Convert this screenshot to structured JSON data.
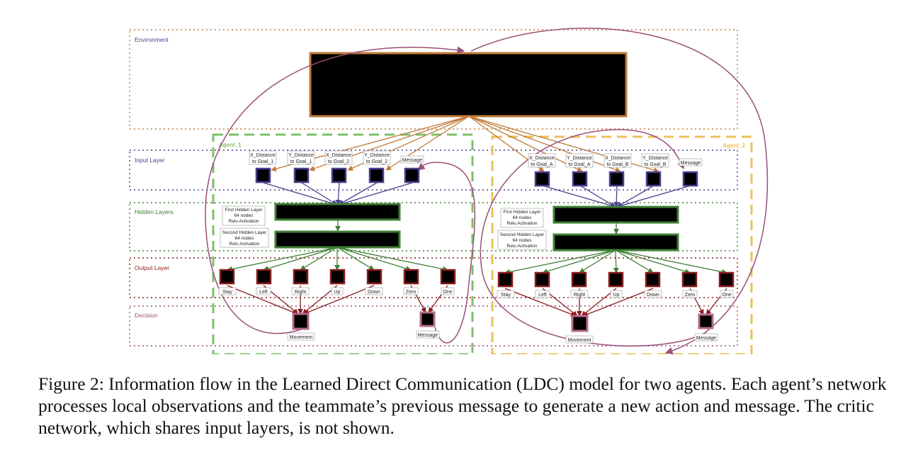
{
  "bands": {
    "environment": "Environment",
    "input": "Input Layer",
    "hidden": "Hidden Layers",
    "output": "Output Layer",
    "decision": "Decision"
  },
  "agents": [
    {
      "name": "Agent_1",
      "inputs": [
        [
          "X_Distance",
          "to Goal_1"
        ],
        [
          "Y_Distance",
          "to Goal_1"
        ],
        [
          "X_Distance",
          "to Goal_2"
        ],
        [
          "Y_Distance",
          "to Goal_2"
        ],
        [
          "Message"
        ]
      ],
      "hidden": [
        [
          "First Hidden Layer",
          "64 nodes",
          "Relu Activation"
        ],
        [
          "Second Hidden Layer",
          "64 nodes",
          "Relu Activation"
        ]
      ],
      "outputs": [
        "Stay",
        "Left",
        "Right",
        "Up",
        "Down",
        "Zero",
        "One"
      ],
      "decisions": [
        "Movement",
        "Message"
      ]
    },
    {
      "name": "Agent_2",
      "inputs": [
        [
          "X_Distance",
          "to Goal_A"
        ],
        [
          "Y_Distance",
          "to Goal_A"
        ],
        [
          "X_Distance",
          "to Goal_B"
        ],
        [
          "Y_Distance",
          "to Goal_B"
        ],
        [
          "Message"
        ]
      ],
      "hidden": [
        [
          "First Hidden Layer",
          "64 nodes",
          "Relu Activation"
        ],
        [
          "Second Hidden Layer",
          "64 nodes",
          "Relu Activation"
        ]
      ],
      "outputs": [
        "Stay",
        "Left",
        "Right",
        "Up",
        "Down",
        "Zero",
        "One"
      ],
      "decisions": [
        "Movement",
        "Message"
      ]
    }
  ],
  "colors": {
    "environment_border": "#c07a3a",
    "input_node": "#4a3d8f",
    "hidden_node": "#3f7f35",
    "output_node": "#8b1c1c",
    "decision_node": "#b56a8a",
    "message_curve": "#9a4f79",
    "agent1_border": "#7fbf6a",
    "agent2_border": "#e8c25a",
    "environment_label": "#4a3d8f",
    "hidden_label": "#3f7f35",
    "output_label": "#8b1c1c",
    "decision_label": "#9a4f79"
  },
  "caption": "Figure 2: Information flow in the Learned Direct Communication (LDC) model for two agents. Each agent’s network processes local observations and the teammate’s previous message to generate a new action and message. The critic network, which shares input layers, is not shown."
}
